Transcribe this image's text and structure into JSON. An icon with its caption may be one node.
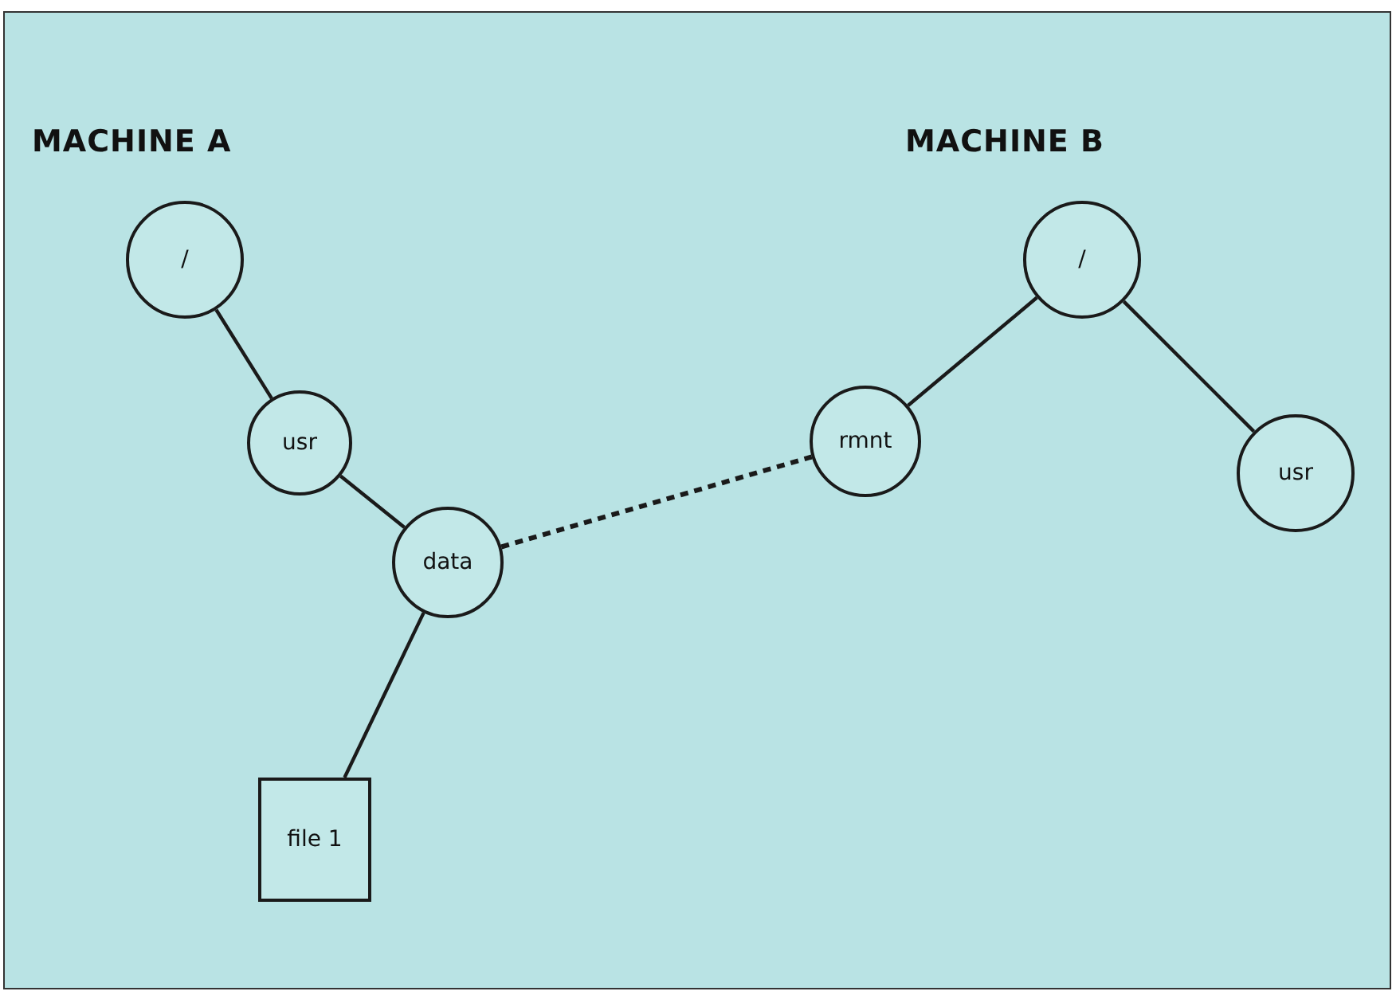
{
  "diagram": {
    "nodes": [
      {
        "text": [
          "/"
        ]
      },
      {
        "text": [
          "usr"
        ]
      },
      {
        "text": [
          "data"
        ]
      },
      {
        "text": [
          "file 1"
        ]
      },
      {
        "text": [
          "rmnt"
        ]
      },
      {
        "text": [
          "/"
        ]
      },
      {
        "text": [
          "usr"
        ]
      }
    ],
    "edges": [
      {
        "from": 0,
        "to": 1,
        "arrow": "none"
      },
      {
        "from": 1,
        "to": 2,
        "arrow": "none"
      },
      {
        "from": 2,
        "to": 3,
        "arrow": "none"
      },
      {
        "from": 2,
        "to": 4,
        "arrow": "none",
        "style": "dashed"
      },
      {
        "from": 5,
        "to": 4,
        "arrow": "none"
      },
      {
        "from": 5,
        "to": 6,
        "arrow": "none"
      }
    ],
    "labels": [
      "MACHINE A",
      "MACHINE B"
    ]
  }
}
